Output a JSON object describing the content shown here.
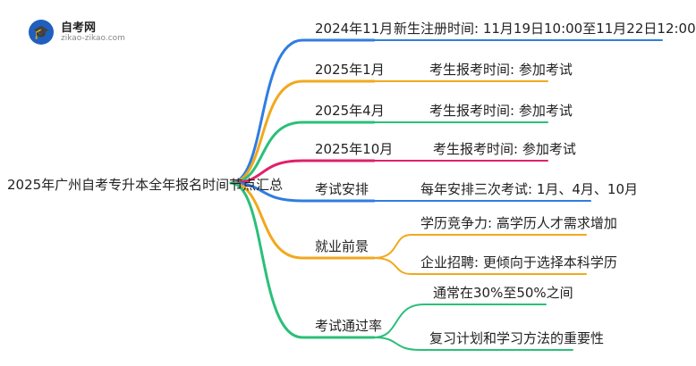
{
  "logo": {
    "icon": "graduation-cap-icon",
    "name": "自考网",
    "url": "zikao-zikao.com"
  },
  "root": "2025年广州自考专升本全年报名时间节点汇总",
  "branches": [
    {
      "label": "2024年11月",
      "color": "#2f7de1",
      "leaves": [
        "新生注册时间: 11月19日10:00至11月22日12:00"
      ]
    },
    {
      "label": "2025年1月",
      "color": "#f2a81d",
      "leaves": [
        "考生报考时间: 参加考试"
      ]
    },
    {
      "label": "2025年4月",
      "color": "#2bbf7a",
      "leaves": [
        "考生报考时间: 参加考试"
      ]
    },
    {
      "label": "2025年10月",
      "color": "#e0206a",
      "leaves": [
        "考生报考时间: 参加考试"
      ]
    },
    {
      "label": "考试安排",
      "color": "#2f7de1",
      "leaves": [
        "每年安排三次考试: 1月、4月、10月"
      ]
    },
    {
      "label": "就业前景",
      "color": "#f2a81d",
      "leaves": [
        "学历竞争力: 高学历人才需求增加",
        "企业招聘: 更倾向于选择本科学历"
      ]
    },
    {
      "label": "考试通过率",
      "color": "#2bbf7a",
      "leaves": [
        "通常在30%至50%之间",
        "复习计划和学习方法的重要性"
      ]
    }
  ]
}
